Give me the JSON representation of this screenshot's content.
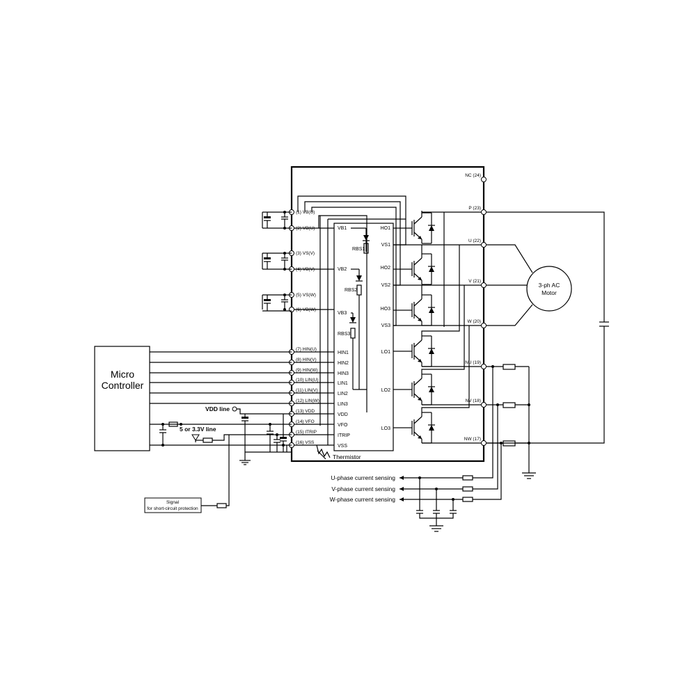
{
  "micro_controller": {
    "line1": "Micro",
    "line2": "Controller"
  },
  "left_pins": [
    {
      "label": "(1) VB(U)"
    },
    {
      "label": "(2) VB(U)"
    },
    {
      "label": "(3) VS(V)"
    },
    {
      "label": "(4) VB(V)"
    },
    {
      "label": "(5) VS(W)"
    },
    {
      "label": "(6) VB(W)"
    },
    {
      "label": "(7) HIN(U)"
    },
    {
      "label": "(8) HIN(V)"
    },
    {
      "label": "(9) HIN(W)"
    },
    {
      "label": "(10) LIN(U)"
    },
    {
      "label": "(11) LIN(V)"
    },
    {
      "label": "(12) LIN(W)"
    },
    {
      "label": "(13) VDD"
    },
    {
      "label": "(14) VFO"
    },
    {
      "label": "(15) ITRIP"
    },
    {
      "label": "(16) VSS"
    }
  ],
  "right_pins": [
    {
      "label": "NC (24)"
    },
    {
      "label": "P (23)"
    },
    {
      "label": "U (22)"
    },
    {
      "label": "V (21)"
    },
    {
      "label": "W (20)"
    },
    {
      "label": "NU (19)"
    },
    {
      "label": "NV (18)"
    },
    {
      "label": "NW (17)"
    }
  ],
  "ic_left_labels": [
    "VB1",
    "VB2",
    "VB3",
    "HIN1",
    "HIN2",
    "HIN3",
    "LIN1",
    "LIN2",
    "LIN3",
    "VDD",
    "VFO",
    "ITRIP",
    "VSS"
  ],
  "ic_right_labels": [
    "HO1",
    "VS1",
    "HO2",
    "VS2",
    "HO3",
    "VS3",
    "LO1",
    "LO2",
    "LO3"
  ],
  "bootstrap_resistors": [
    "RBS1",
    "RBS2",
    "RBS3"
  ],
  "thermistor_label": "Thermistor",
  "vdd_line_label": "VDD line",
  "logic_line_label": "5 or 3.3V line",
  "motor": {
    "line1": "3-ph AC",
    "line2": "Motor"
  },
  "current_sensing": [
    "U-phase current sensing",
    "V-phase current sensing",
    "W-phase current sensing"
  ],
  "signal_box": {
    "line1": "Signal",
    "line2": "for short-circuit protection"
  }
}
